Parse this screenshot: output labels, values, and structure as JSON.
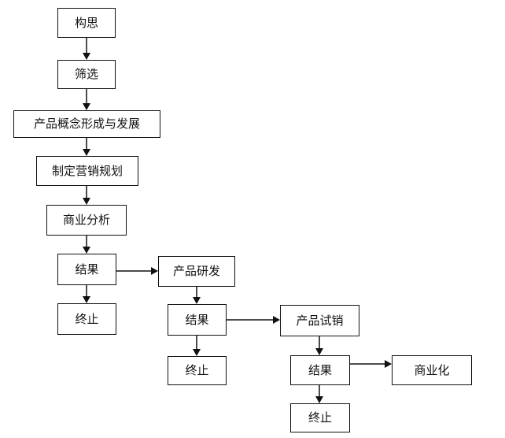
{
  "diagram": {
    "nodes": {
      "concept": "构思",
      "screening": "筛选",
      "concept_development": "产品概念形成与发展",
      "marketing_plan": "制定营销规划",
      "business_analysis": "商业分析",
      "result_1": "结果",
      "stop_1": "终止",
      "product_development": "产品研发",
      "result_2": "结果",
      "stop_2": "终止",
      "test_marketing": "产品试销",
      "result_3": "结果",
      "commercialization": "商业化",
      "stop_3": "终止"
    }
  }
}
